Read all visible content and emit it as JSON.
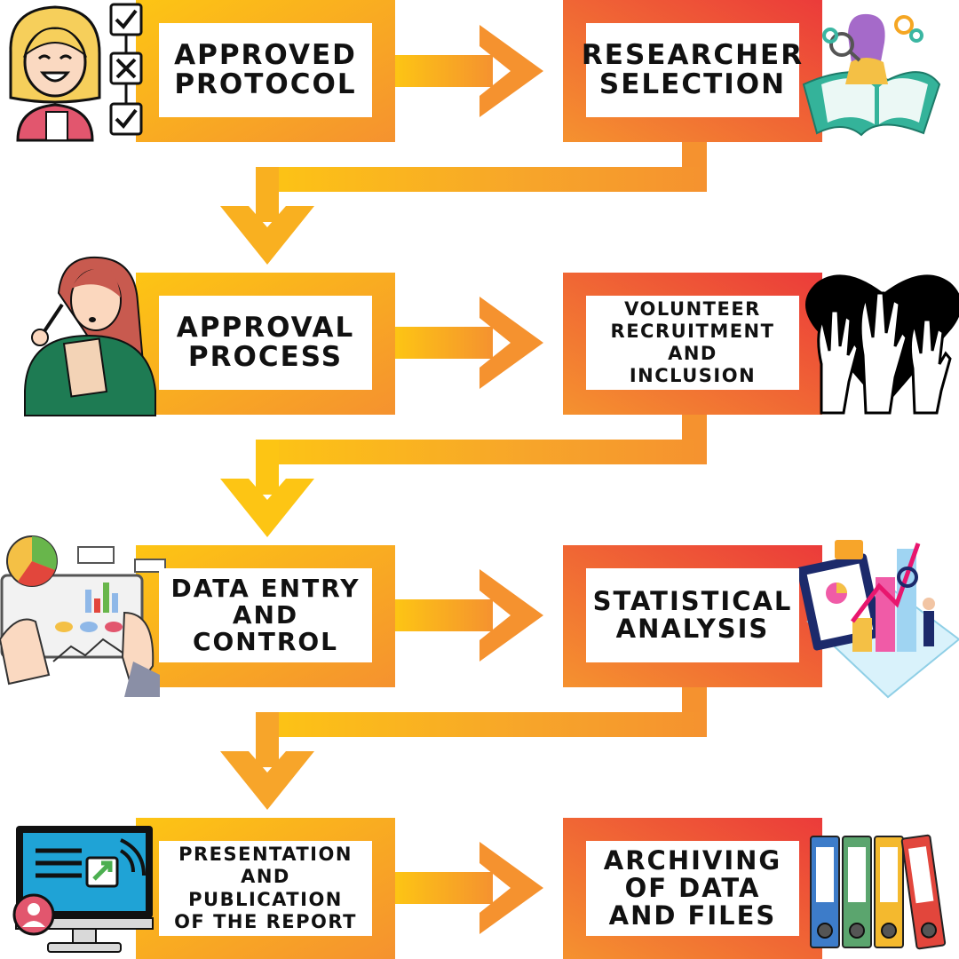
{
  "diagram": {
    "steps": [
      {
        "id": "approved-protocol",
        "label": "APPROVED\nPROTOCOL"
      },
      {
        "id": "researcher-selection",
        "label": "RESEARCHER\nSELECTION"
      },
      {
        "id": "approval-process",
        "label": "APPROVAL\nPROCESS"
      },
      {
        "id": "volunteer-recruitment",
        "label": "VOLUNTEER\nRECRUITMENT\nAND\nINCLUSION"
      },
      {
        "id": "data-entry",
        "label": "DATA ENTRY\nAND\nCONTROL"
      },
      {
        "id": "statistical-analysis",
        "label": "STATISTICAL\nANALYSIS"
      },
      {
        "id": "presentation",
        "label": "PRESENTATION\nAND\nPUBLICATION\nOF THE REPORT"
      },
      {
        "id": "archiving",
        "label": "ARCHIVING\nOF DATA\nAND FILES"
      }
    ],
    "icons": [
      "checklist-woman-icon",
      "researcher-book-icon",
      "thinking-woman-icon",
      "raised-hands-heart-icon",
      "tablet-charts-icon",
      "analytics-dashboard-icon",
      "monitor-share-icon",
      "binders-icon"
    ],
    "colors": {
      "yellow": "#FDC514",
      "orange": "#F5922F",
      "red": "#EB3B3A",
      "text": "#111111"
    }
  }
}
